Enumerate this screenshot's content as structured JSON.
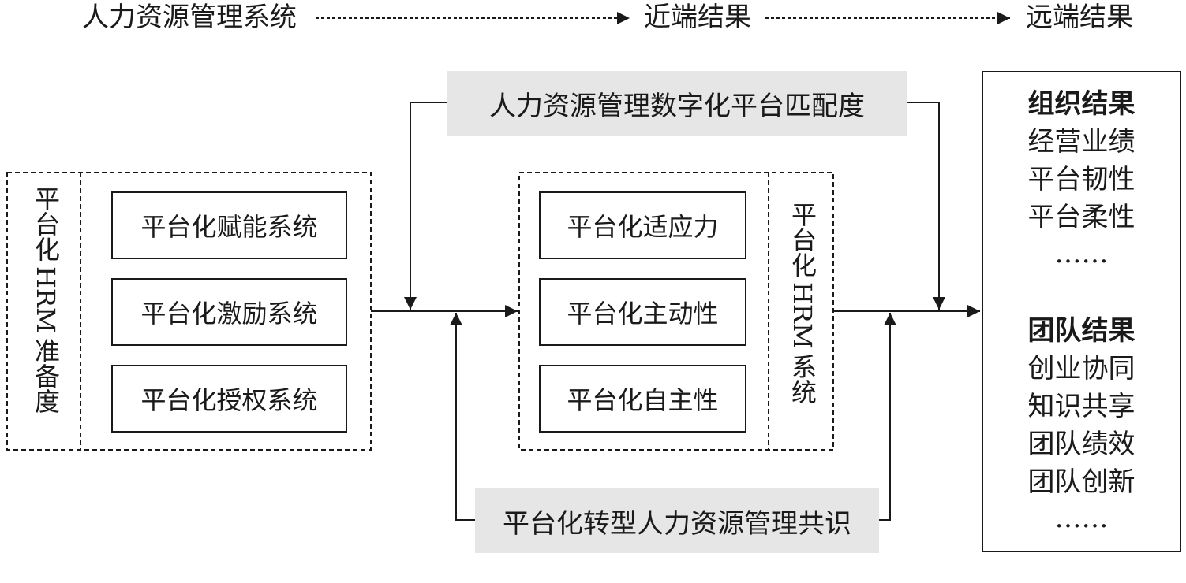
{
  "header": {
    "stage1": "人力资源管理系统",
    "stage2": "近端结果",
    "stage3": "远端结果"
  },
  "readiness": {
    "label_top": "平台化",
    "label_mid": "HRM",
    "label_bottom": "准备度",
    "boxes": [
      "平台化赋能系统",
      "平台化激励系统",
      "平台化授权系统"
    ]
  },
  "system": {
    "label_top": "平台化",
    "label_mid": "HRM",
    "label_bottom": "系统",
    "boxes": [
      "平台化适应力",
      "平台化主动性",
      "平台化自主性"
    ]
  },
  "moderators": {
    "top": "人力资源管理数字化平台匹配度",
    "bottom": "平台化转型人力资源管理共识"
  },
  "results": {
    "org_title": "组织结果",
    "org_items": [
      "经营业绩",
      "平台韧性",
      "平台柔性",
      "……"
    ],
    "team_title": "团队结果",
    "team_items": [
      "创业协同",
      "知识共享",
      "团队绩效",
      "团队创新",
      "……"
    ]
  }
}
